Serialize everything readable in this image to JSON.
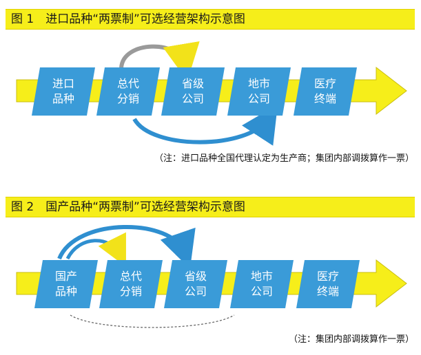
{
  "figure1": {
    "title": "图 1　进口品种“两票制”可选经营架构示意图",
    "nodes": [
      {
        "line1": "进口",
        "line2": "品种"
      },
      {
        "line1": "总代",
        "line2": "分销"
      },
      {
        "line1": "省级",
        "line2": "公司"
      },
      {
        "line1": "地市",
        "line2": "公司"
      },
      {
        "line1": "医疗",
        "line2": "终端"
      }
    ],
    "note": "（注：进口品种全国代理认定为生产商；集团内部调拨算作一票）"
  },
  "figure2": {
    "title": "图 2　国产品种“两票制”可选经营架构示意图",
    "nodes": [
      {
        "line1": "国产",
        "line2": "品种"
      },
      {
        "line1": "总代",
        "line2": "分销"
      },
      {
        "line1": "省级",
        "line2": "公司"
      },
      {
        "line1": "地市",
        "line2": "公司"
      },
      {
        "line1": "医疗",
        "line2": "终端"
      }
    ],
    "note": "（注：集团内部调拨算作一票）"
  },
  "colors": {
    "band": "#f6ee1a",
    "node": "#3a9bd8",
    "arc_gray": "#9a9a9a",
    "arc_yellow": "#f2e21a",
    "arc_blue": "#2f8fd0",
    "dashed": "#666666"
  }
}
